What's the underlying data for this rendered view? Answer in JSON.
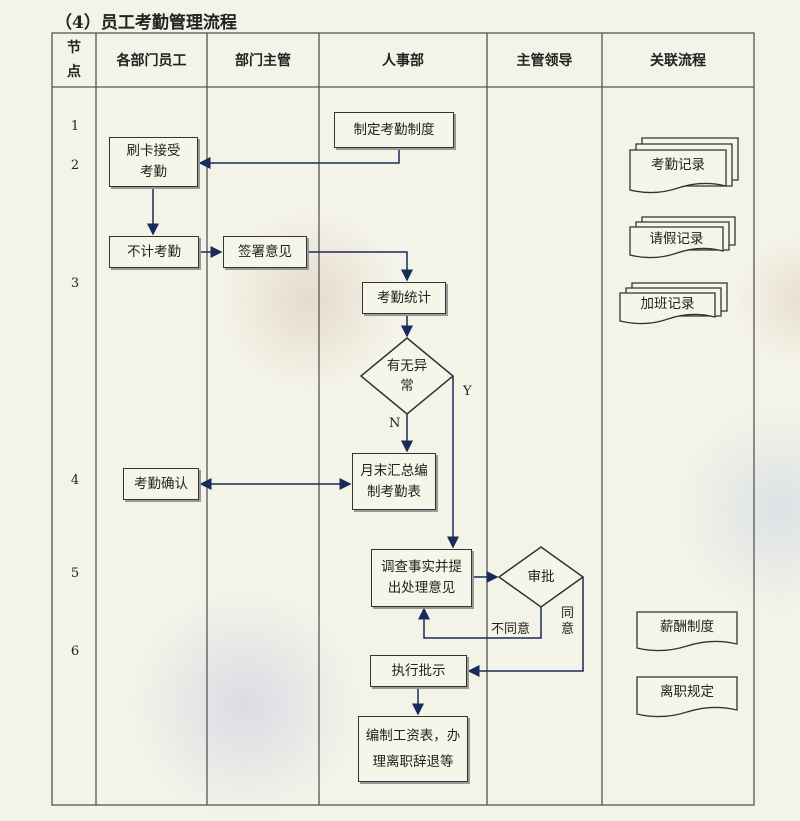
{
  "title": "（4）员工考勤管理流程",
  "columns": [
    "节点",
    "各部门员工",
    "部门主管",
    "人事部",
    "主管领导",
    "关联流程"
  ],
  "node_header": {
    "line1": "节",
    "line2": "点"
  },
  "nodes": [
    "1",
    "2",
    "3",
    "4",
    "5",
    "6"
  ],
  "steps": {
    "make_policy": "制定考勤制度",
    "swipe_card": "刷卡接受考勤",
    "not_counted": "不计考勤",
    "sign_opinion": "签署意见",
    "statistics": "考勤统计",
    "abnormal": "有无异常",
    "monthly": "月末汇总编制考勤表",
    "confirm": "考勤确认",
    "investigate": "调查事实并提出处理意见",
    "approve": "审批",
    "execute": "执行批示",
    "payroll": "编制工资表，办理离职辞退等"
  },
  "labels": {
    "yes": "Y",
    "no": "N",
    "disagree": "不同意",
    "agree": "同意"
  },
  "related": [
    "考勤记录",
    "请假记录",
    "加班记录",
    "薪酬制度",
    "离职规定"
  ],
  "colors": {
    "line": "#1a2a5a",
    "border": "#333333",
    "background": "#f4f3e8"
  }
}
